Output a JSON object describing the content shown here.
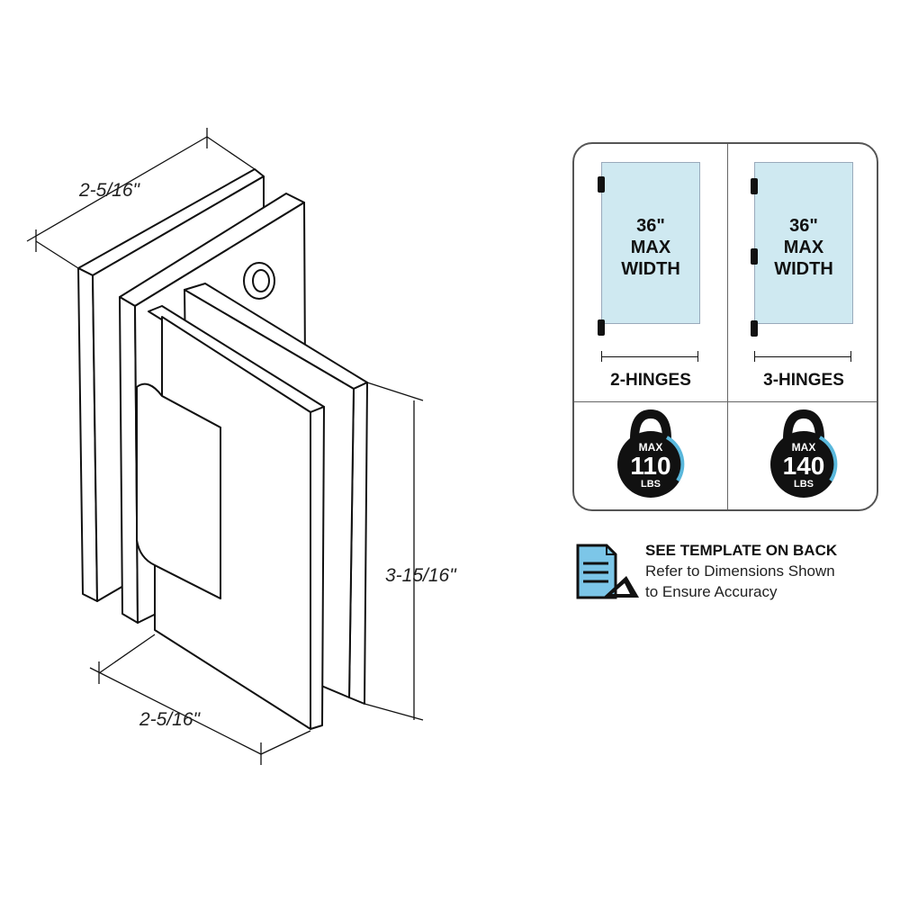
{
  "dimensions": {
    "top_width": "2-5/16\"",
    "height": "3-15/16\"",
    "bottom_width": "2-5/16\""
  },
  "specs": [
    {
      "glass_text": [
        "36\"",
        "MAX",
        "WIDTH"
      ],
      "hinges_label": "2-HINGES",
      "weight_max": "MAX",
      "weight_value": "110",
      "weight_unit": "LBS"
    },
    {
      "glass_text": [
        "36\"",
        "MAX",
        "WIDTH"
      ],
      "hinges_label": "3-HINGES",
      "weight_max": "MAX",
      "weight_value": "140",
      "weight_unit": "LBS"
    }
  ],
  "template_note": {
    "title": "SEE TEMPLATE ON BACK",
    "line1": "Refer to Dimensions Shown",
    "line2": "to Ensure Accuracy",
    "icon": "document-with-triangle-ruler-icon"
  },
  "colors": {
    "glass": "#cfe9f1",
    "weight_ring": "#5ab8dc",
    "document": "#7cc6e8"
  }
}
